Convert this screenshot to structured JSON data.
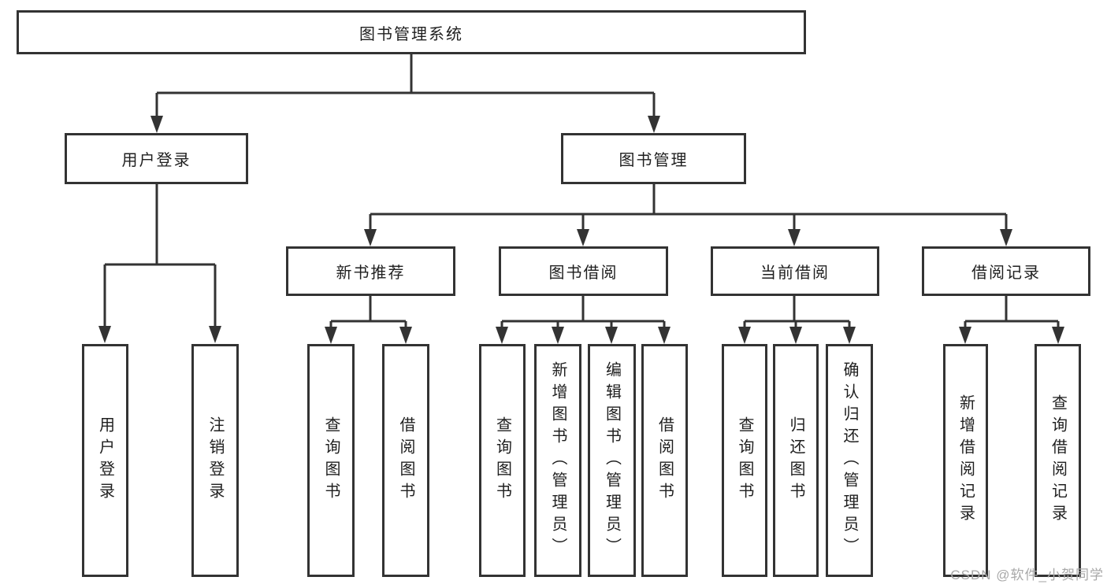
{
  "colors": {
    "line": "#333333",
    "box_border": "#333333",
    "text": "#1f1f1f",
    "watermark": "#a8a8a8",
    "background": "#ffffff"
  },
  "watermark": "CSDN @软件_小贺同学",
  "tree": {
    "root": "图书管理系统",
    "login": "用户登录",
    "login_children": {
      "user_login": "用户登录",
      "logout": "注销登录"
    },
    "mgmt": "图书管理",
    "new_books": "新书推荐",
    "new_books_children": {
      "query": "查询图书",
      "borrow": "借阅图书"
    },
    "borrowing": "图书借阅",
    "borrowing_children": {
      "query": "查询图书",
      "add": "新增图书（管理员）",
      "edit": "编辑图书（管理员）",
      "borrow": "借阅图书"
    },
    "current": "当前借阅",
    "current_children": {
      "query": "查询图书",
      "return": "归还图书",
      "confirm": "确认归还（管理员）"
    },
    "records": "借阅记录",
    "records_children": {
      "add": "新增借阅记录",
      "query": "查询借阅记录"
    }
  }
}
